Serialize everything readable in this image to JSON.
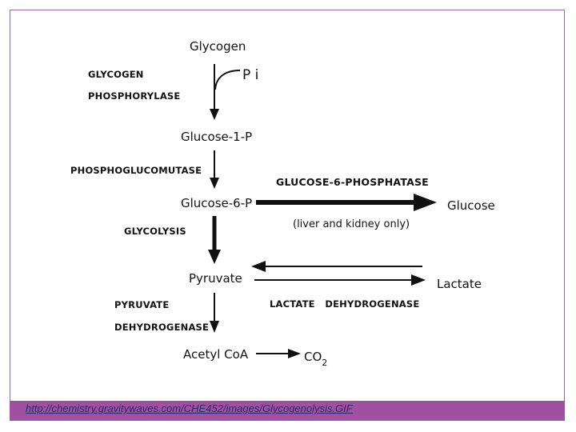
{
  "diagram": {
    "nodes": {
      "glycogen": "Glycogen",
      "pi": "P i",
      "glucose1p": "Glucose-1-P",
      "glucose6p": "Glucose-6-P",
      "glucose": "Glucose",
      "pyruvate": "Pyruvate",
      "lactate": "Lactate",
      "acetylcoa": "Acetyl CoA",
      "co2_main": "CO",
      "co2_sub": "2"
    },
    "enzymes": {
      "glycogen_phosphorylase_1": "GLYCOGEN",
      "glycogen_phosphorylase_2": "PHOSPHORYLASE",
      "phosphoglucomutase": "PHOSPHOGLUCOMUTASE",
      "glucose6phosphatase": "GLUCOSE-6-PHOSPHATASE",
      "glucose6phosphatase_note": "(liver and kidney only)",
      "glycolysis": "GLYCOLYSIS",
      "pyruvate_dh_1": "PYRUVATE",
      "pyruvate_dh_2": "DEHYDROGENASE",
      "lactate_dh": "LACTATE   DEHYDROGENASE"
    }
  },
  "footer": {
    "source_link": "http://chemistry.gravitywaves.com/CHE452/images/Glycogenolysis.GIF"
  },
  "colors": {
    "border": "#9a6aa8",
    "footer_bar": "#a14fa0",
    "link": "#2b2b6b"
  }
}
